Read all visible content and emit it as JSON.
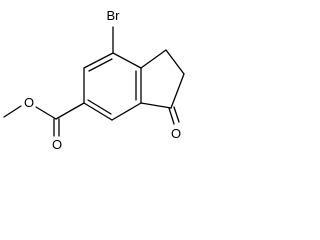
{
  "molecule": {
    "atoms": {
      "bromine": "Br",
      "ketone_oxygen": "O",
      "carbonyl_oxygen": "O",
      "ester_oxygen": "O"
    },
    "colors": {
      "bond": "#000000",
      "label": "#000000",
      "background": "#ffffff"
    }
  }
}
